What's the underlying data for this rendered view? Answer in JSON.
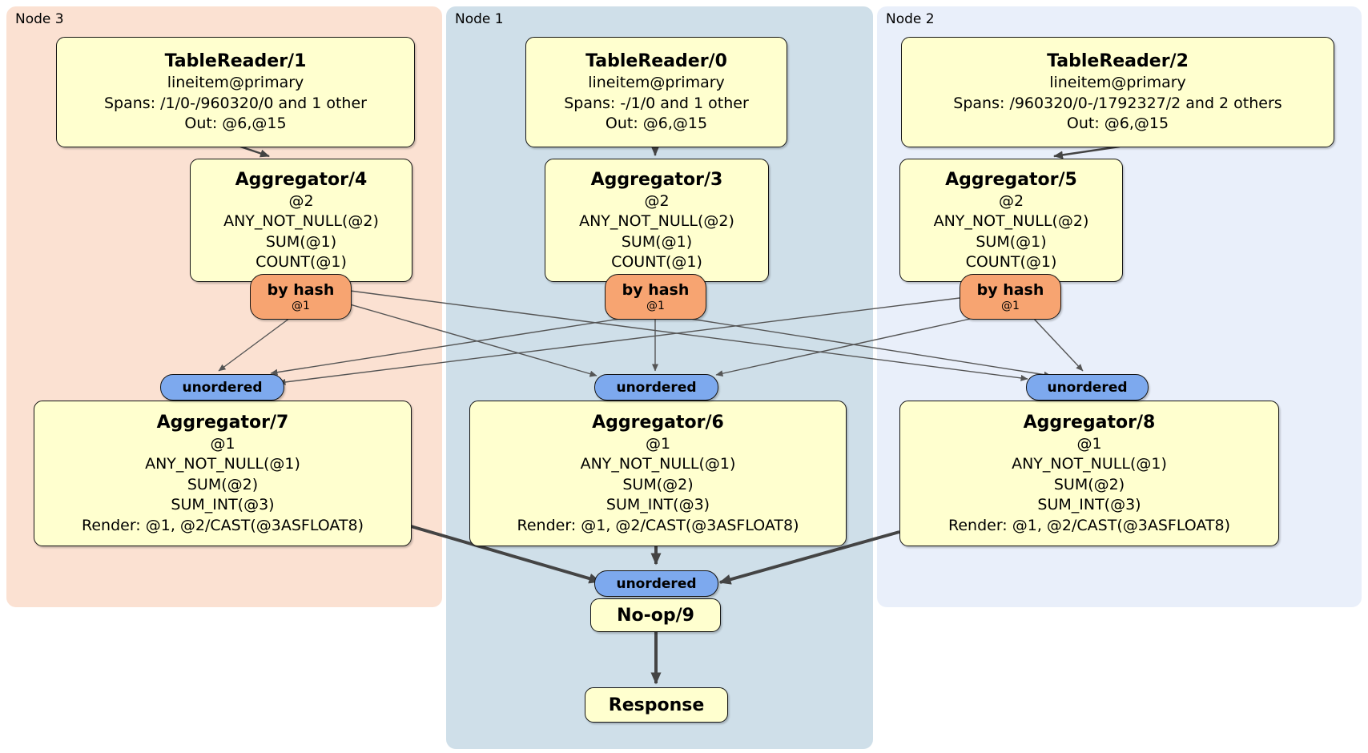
{
  "regions": {
    "node3": {
      "label": "Node 3"
    },
    "node1": {
      "label": "Node 1"
    },
    "node2": {
      "label": "Node 2"
    }
  },
  "processors": {
    "tablereader1": {
      "title": "TableReader/1",
      "table": "lineitem@primary",
      "spans": "Spans: /1/0-/960320/0 and 1 other",
      "out": "Out: @6,@15"
    },
    "tablereader0": {
      "title": "TableReader/0",
      "table": "lineitem@primary",
      "spans": "Spans: -/1/0 and 1 other",
      "out": "Out: @6,@15"
    },
    "tablereader2": {
      "title": "TableReader/2",
      "table": "lineitem@primary",
      "spans": "Spans: /960320/0-/1792327/2 and 2 others",
      "out": "Out: @6,@15"
    },
    "aggregator4": {
      "title": "Aggregator/4",
      "group": "@2",
      "lines": [
        "ANY_NOT_NULL(@2)",
        "SUM(@1)",
        "COUNT(@1)"
      ]
    },
    "aggregator3": {
      "title": "Aggregator/3",
      "group": "@2",
      "lines": [
        "ANY_NOT_NULL(@2)",
        "SUM(@1)",
        "COUNT(@1)"
      ]
    },
    "aggregator5": {
      "title": "Aggregator/5",
      "group": "@2",
      "lines": [
        "ANY_NOT_NULL(@2)",
        "SUM(@1)",
        "COUNT(@1)"
      ]
    },
    "aggregator7": {
      "title": "Aggregator/7",
      "group": "@1",
      "lines": [
        "ANY_NOT_NULL(@1)",
        "SUM(@2)",
        "SUM_INT(@3)",
        "Render: @1, @2/CAST(@3ASFLOAT8)"
      ]
    },
    "aggregator6": {
      "title": "Aggregator/6",
      "group": "@1",
      "lines": [
        "ANY_NOT_NULL(@1)",
        "SUM(@2)",
        "SUM_INT(@3)",
        "Render: @1, @2/CAST(@3ASFLOAT8)"
      ]
    },
    "aggregator8": {
      "title": "Aggregator/8",
      "group": "@1",
      "lines": [
        "ANY_NOT_NULL(@1)",
        "SUM(@2)",
        "SUM_INT(@3)",
        "Render: @1, @2/CAST(@3ASFLOAT8)"
      ]
    },
    "noop": {
      "title": "No-op/9"
    },
    "response": {
      "title": "Response"
    }
  },
  "router": {
    "label": "by hash",
    "key": "@1"
  },
  "sync": {
    "label": "unordered"
  },
  "colors": {
    "node3_region": "#fbe1d2",
    "node1_region": "#cfdfe9",
    "node2_region": "#e9effa",
    "processor_box": "#ffffcf",
    "router_box": "#f7a471",
    "sync_pill": "#7da9ee",
    "edge": "#444444"
  }
}
